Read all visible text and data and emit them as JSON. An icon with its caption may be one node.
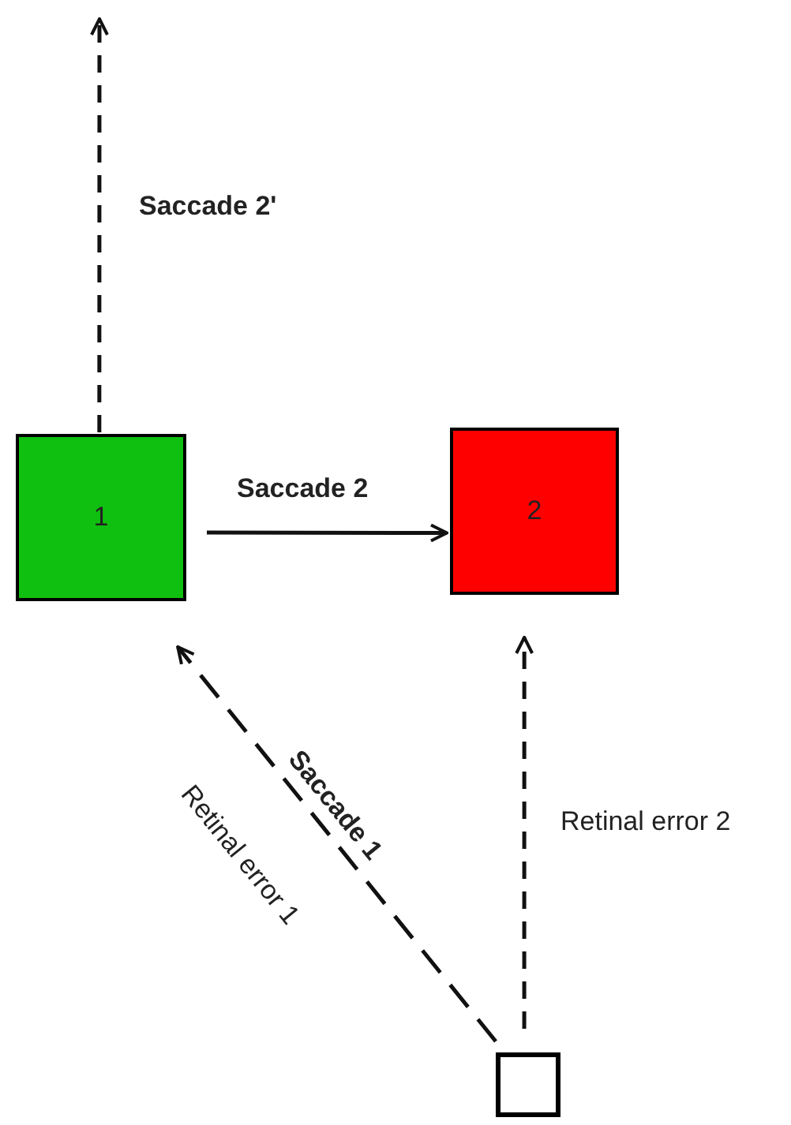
{
  "diagram": {
    "nodes": [
      {
        "text": [
          "1"
        ]
      },
      {
        "text": [
          "2"
        ]
      },
      {
        "text": [],
        "shape": "box"
      }
    ],
    "edges": [
      {
        "from": 0,
        "to": null,
        "arrow": "to",
        "style": "dashed",
        "label": "Saccade 2'"
      },
      {
        "from": 0,
        "to": 1,
        "arrow": "to",
        "label": "Saccade 2"
      },
      {
        "from": 2,
        "to": 0,
        "arrow": "to",
        "style": "dashed",
        "label": "Saccade 1"
      },
      {
        "from": 2,
        "to": 1,
        "arrow": "to",
        "style": "dashed",
        "label": "Retinal error 2"
      }
    ],
    "labels": [
      "Retinal error 1"
    ]
  }
}
